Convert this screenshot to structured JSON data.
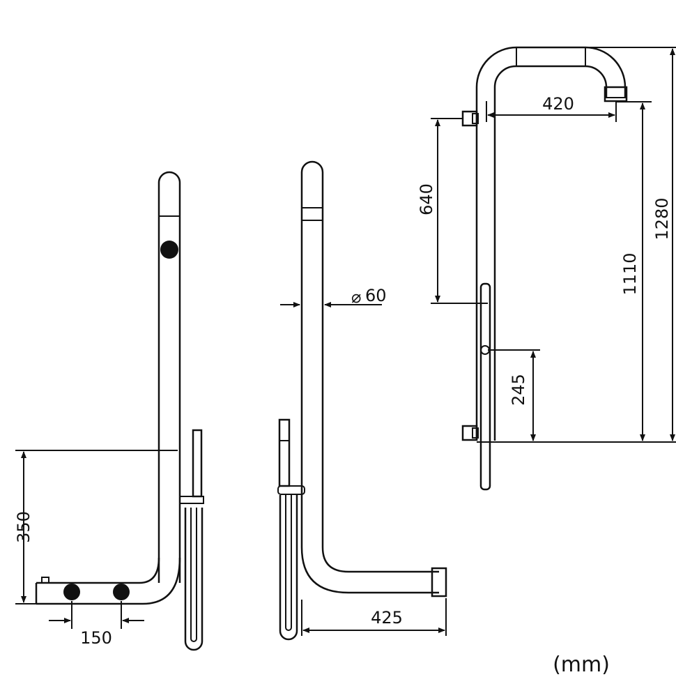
{
  "dimensions": {
    "front_height": "350",
    "front_spacing": "150",
    "side_diameter": "60",
    "side_depth": "425",
    "head_reach": "420",
    "upper_spacing": "640",
    "lower_spacing": "245",
    "head_height": "1110",
    "total_height": "1280"
  },
  "unit": "(mm)",
  "colors": {
    "line": "#111111",
    "background": "#ffffff"
  }
}
